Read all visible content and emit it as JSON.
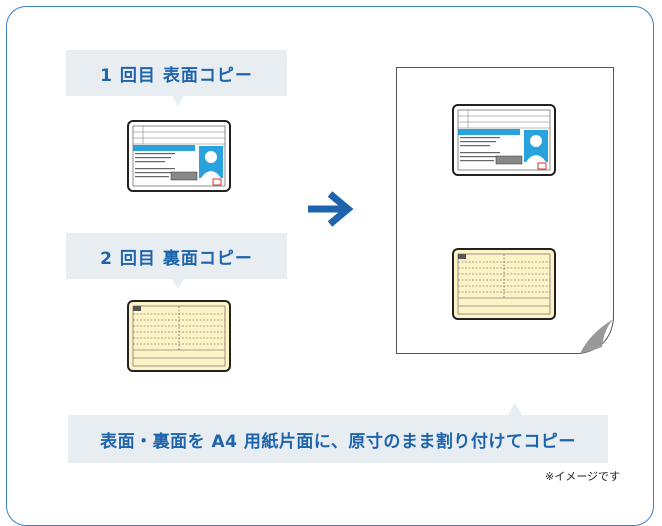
{
  "step1": {
    "label": "1 回目 表面コピー"
  },
  "step2": {
    "label": "2 回目 裏面コピー"
  },
  "caption": {
    "text": "表面・裏面を A4 用紙片面に、原寸のまま割り付けてコピー"
  },
  "note": {
    "text": "※イメージです"
  },
  "colors": {
    "accent": "#1e64ad",
    "bubble_bg": "#e8edf2",
    "frame": "#3f7fc4",
    "card_photo": "#29a3dd",
    "card_back": "#fdf3c7"
  }
}
